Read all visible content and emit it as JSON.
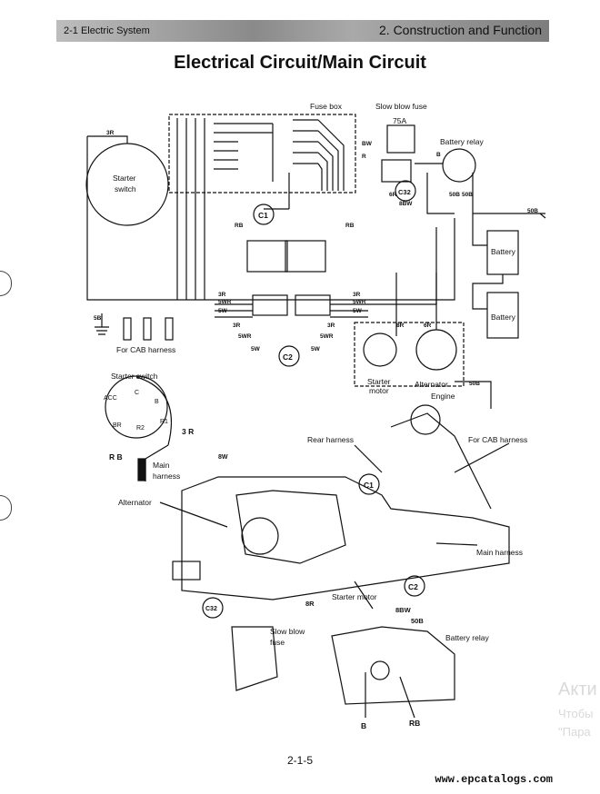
{
  "header": {
    "section": "2-1  Electric System",
    "chapter": "2. Construction and Function"
  },
  "title": "Electrical Circuit/Main Circuit",
  "circuit": {
    "fuse_box": "Fuse box",
    "slow_blow_fuse": "Slow blow fuse",
    "fuse_rating": "75A",
    "battery_relay": "Battery relay",
    "starter_switch": [
      "Starter",
      "switch"
    ],
    "battery_1": "Battery",
    "battery_2": "Battery",
    "for_cab_harness": "For CAB harness",
    "starter_motor": [
      "Starter",
      "motor"
    ],
    "alternator": "Alternator",
    "engine": "Engine",
    "connectors": {
      "c1": "C1",
      "c2": "C2",
      "c32": "C32"
    },
    "wires": {
      "w3r": "3R",
      "w5wr": "5WR",
      "w5w": "5W",
      "wrb": "RB",
      "w8w": "8W",
      "w8r": "8R",
      "w8bw": "8BW",
      "w50b": "50B",
      "w6r": "6R",
      "w5b": "5B",
      "wb": "B",
      "wr": "R",
      "wbw": "BW"
    }
  },
  "lower": {
    "starter_switch": "Starter switch",
    "terminals": {
      "acc": "ACC",
      "c": "C",
      "b": "B",
      "br": "BR",
      "r1": "R1",
      "r2": "R2"
    },
    "w3r": "3 R",
    "wrb": "R B",
    "main_harness": [
      "Main",
      "harness"
    ],
    "w8w": "8W",
    "rear_harness": "Rear harness",
    "for_cab_harness": "For CAB harness",
    "alternator": "Alternator",
    "c1": "C1",
    "c2": "C2",
    "main_harness_right": "Main harness",
    "w8r": "8R",
    "starter_motor": "Starter motor",
    "c32": "C32",
    "slow_blow": [
      "Slow blow",
      "fuse"
    ],
    "w8bw": "8BW",
    "w50b": "50B",
    "battery_relay": "Battery relay",
    "wb": "B",
    "wrb2": "RB"
  },
  "page_number": "2-1-5",
  "website": "www.epcatalogs.com",
  "watermark": [
    "Акти",
    "Чтобы",
    "\"Пара"
  ]
}
